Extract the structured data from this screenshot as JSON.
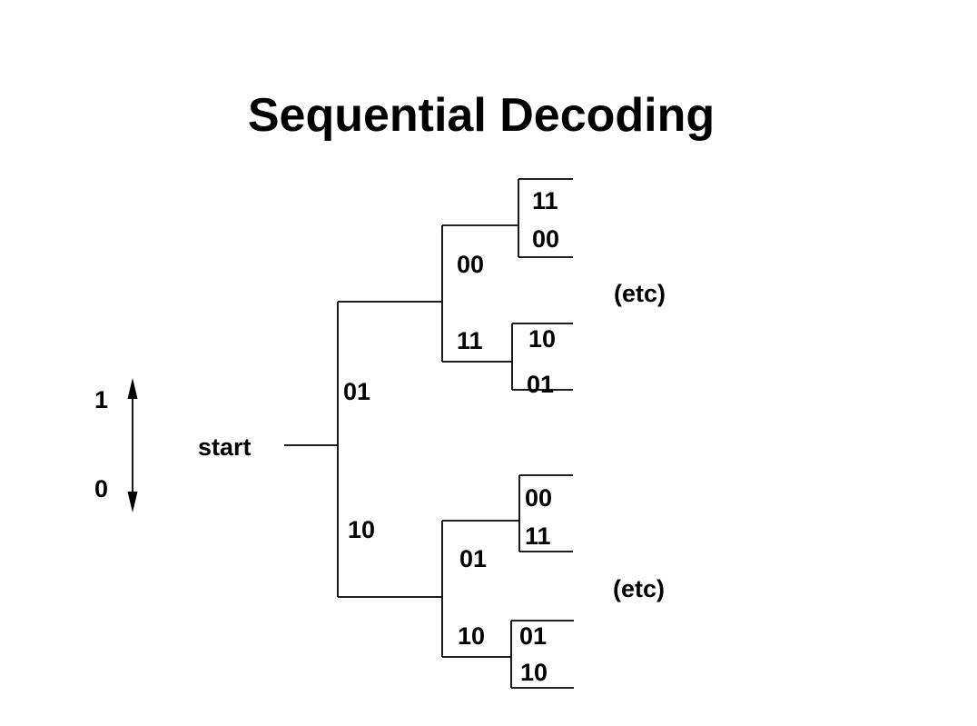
{
  "title": "Sequential Decoding",
  "legend": {
    "up_bit": "1",
    "down_bit": "0",
    "start_label": "start"
  },
  "tree": {
    "level1": {
      "up": "01",
      "down": "10"
    },
    "level2_upper": {
      "up": "00",
      "down": "11"
    },
    "level2_lower": {
      "up": "01",
      "down": "10"
    },
    "leaf_upper_up": {
      "up": "11",
      "down": "00"
    },
    "leaf_upper_down": {
      "up": "10",
      "down": "01"
    },
    "leaf_lower_up": {
      "up": "00",
      "down": "11"
    },
    "leaf_lower_down": {
      "up": "01",
      "down": "10"
    },
    "etc_upper": "(etc)",
    "etc_lower": "(etc)"
  },
  "colors": {
    "line": "#000000",
    "text": "#000000",
    "background": "#ffffff"
  }
}
